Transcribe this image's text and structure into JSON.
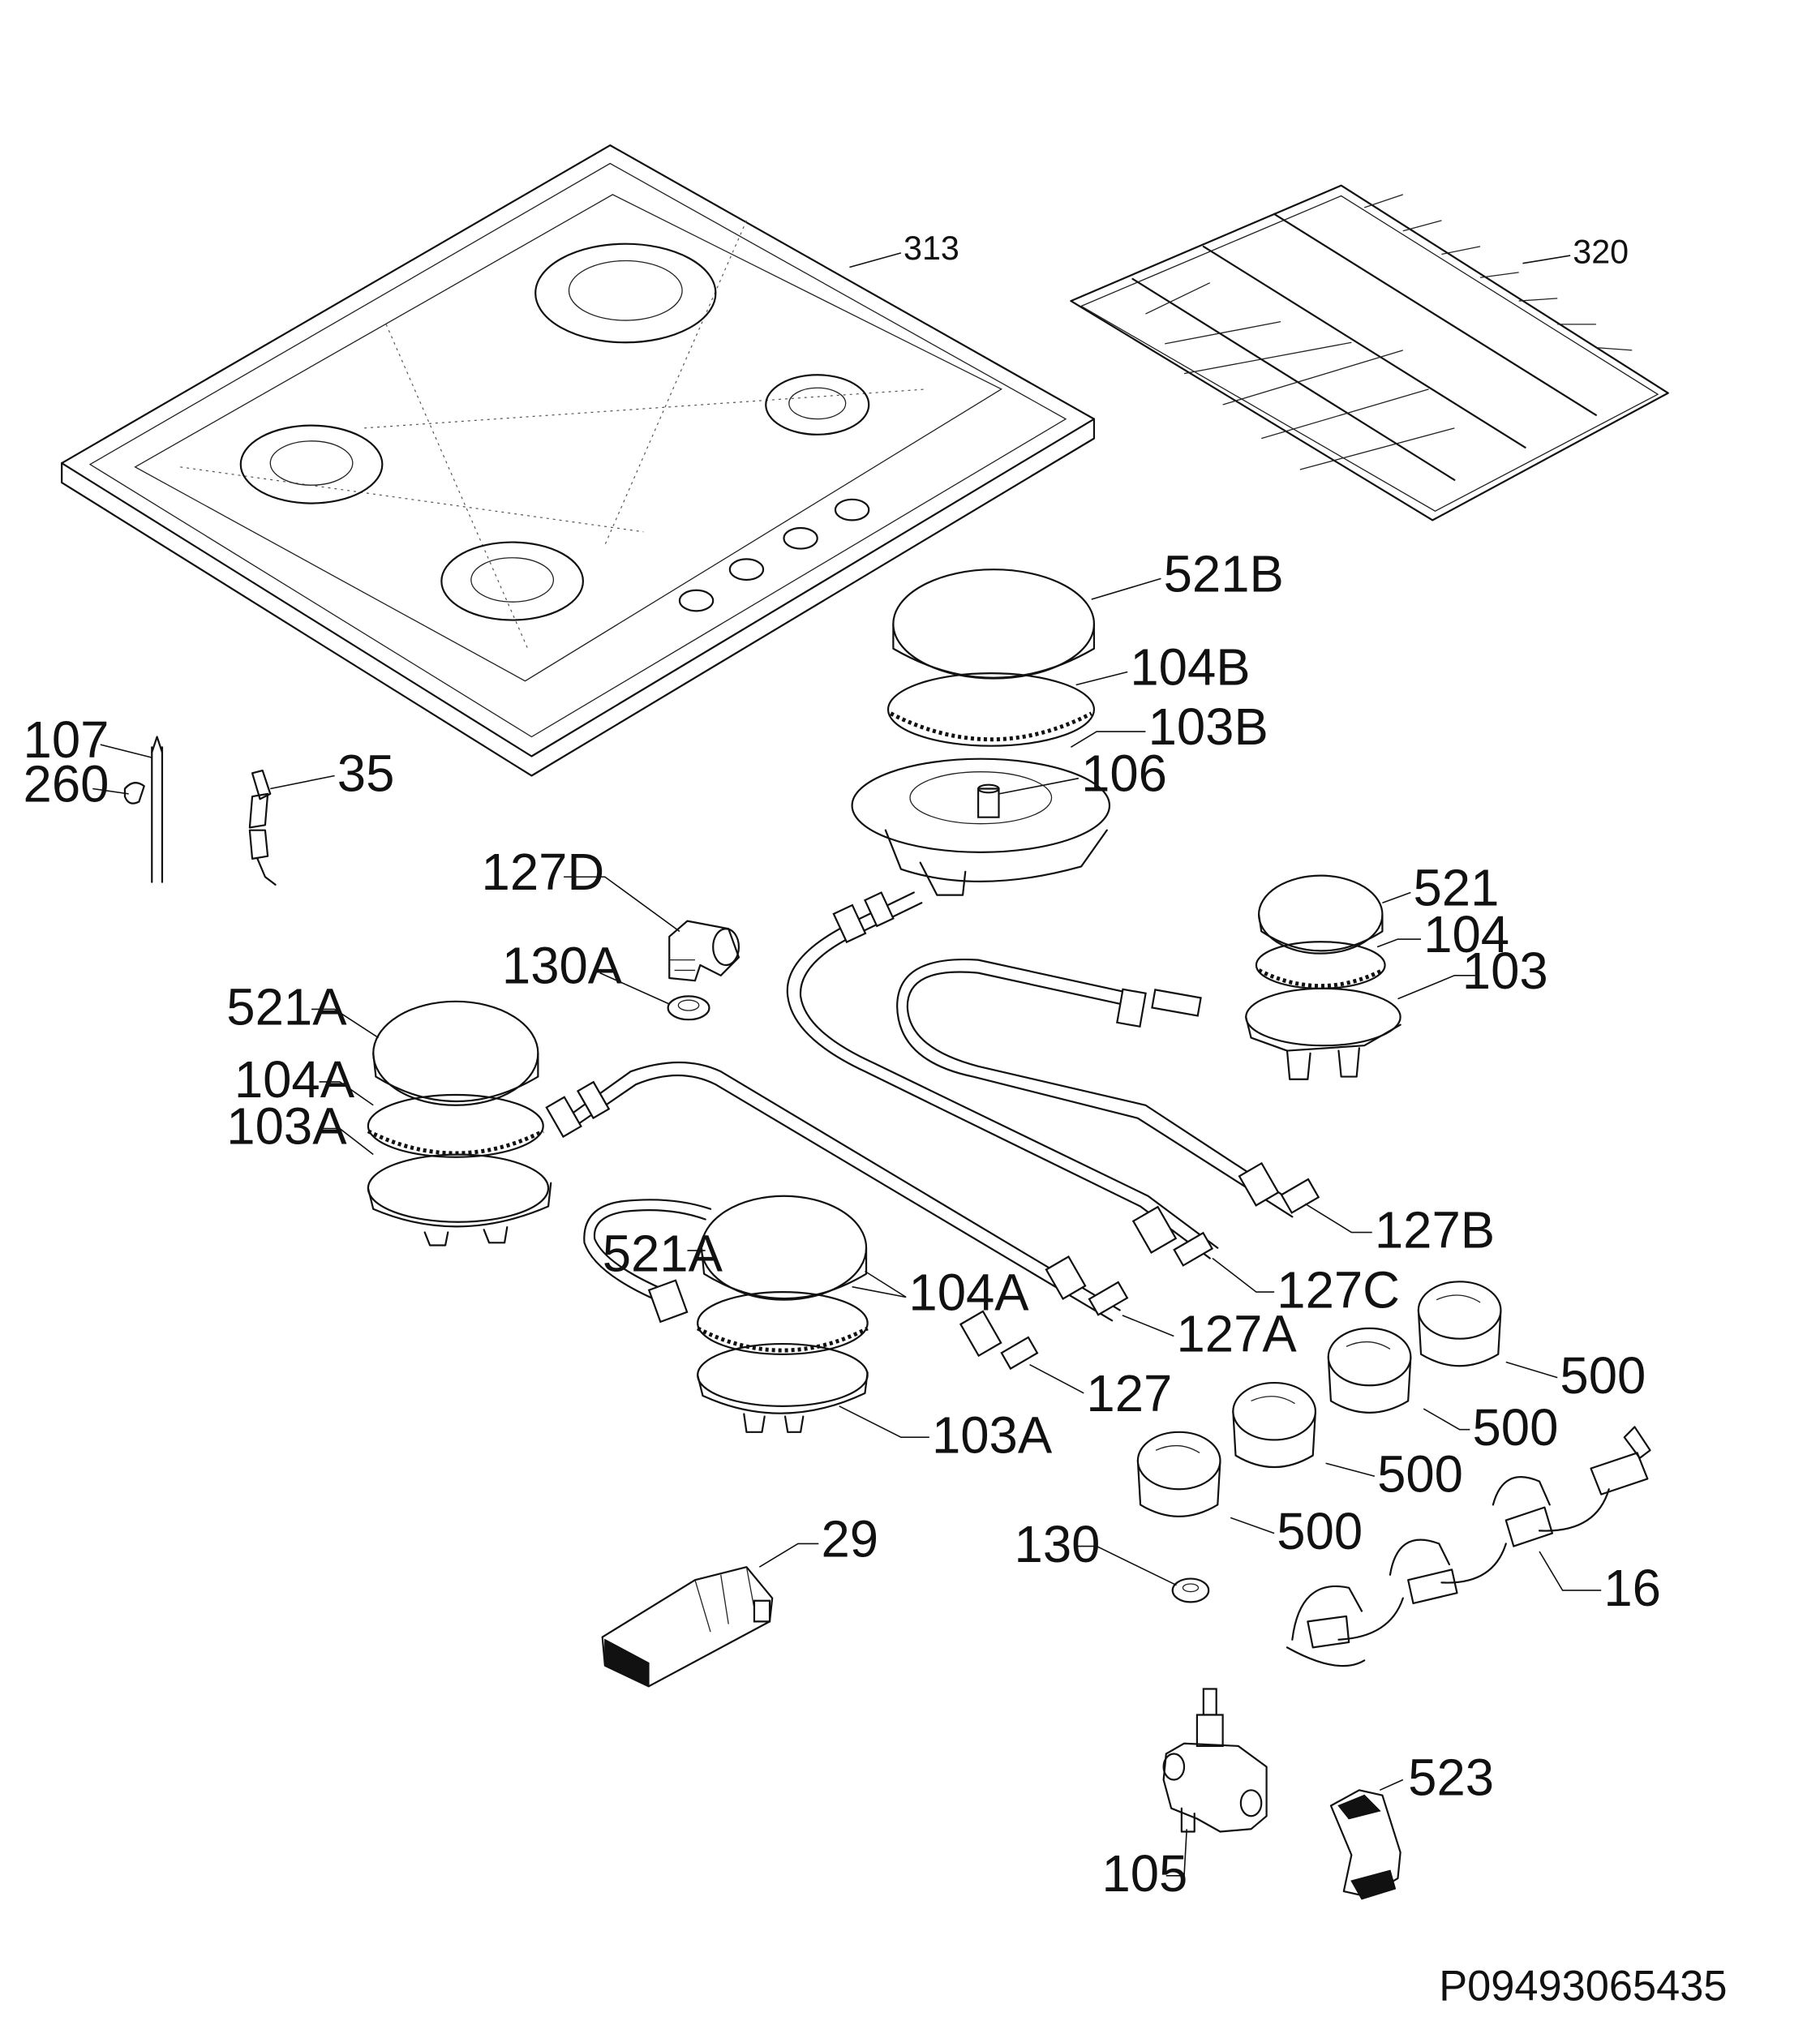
{
  "labels": {
    "l313": "313",
    "l320": "320",
    "l521B": "521B",
    "l104B": "104B",
    "l103B": "103B",
    "l106": "106",
    "l107": "107",
    "l260": "260",
    "l35": "35",
    "l127D": "127D",
    "l130A": "130A",
    "l521": "521",
    "l104": "104",
    "l103": "103",
    "l521A_1": "521A",
    "l104A_1": "104A",
    "l103A_1": "103A",
    "l521A_2": "521A",
    "l104A_2": "104A",
    "l103A_2": "103A",
    "l127A": "127A",
    "l127": "127",
    "l127B": "127B",
    "l127C": "127C",
    "l500_1": "500",
    "l500_2": "500",
    "l500_3": "500",
    "l500_4": "500",
    "l29": "29",
    "l130": "130",
    "l16": "16",
    "l523": "523",
    "l105": "105"
  },
  "drawing_code": "P09493065435"
}
